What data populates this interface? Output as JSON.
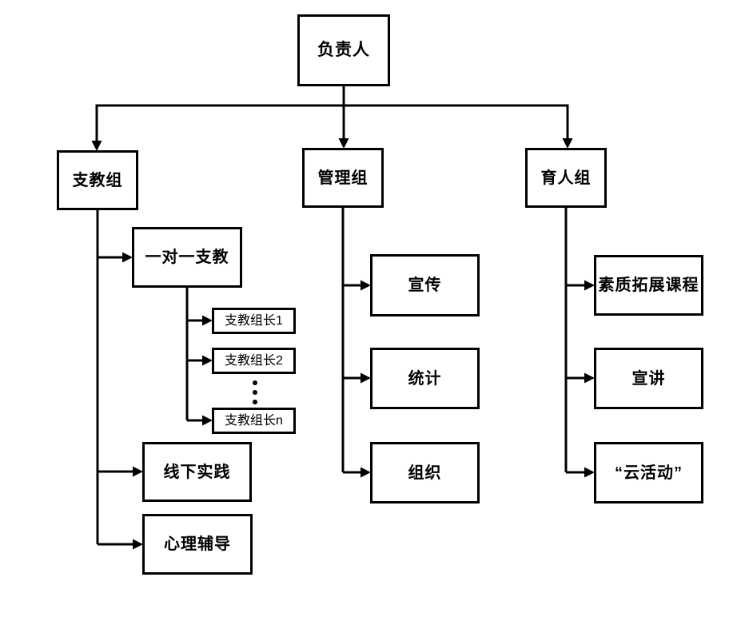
{
  "colors": {
    "background": "#ffffff",
    "line": "#000000",
    "box_border": "#000000",
    "box_fill": "#ffffff",
    "text": "#000000"
  },
  "icons": {
    "vertical_ellipsis": "three-vertical-dots (⋮)",
    "arrowhead": "solid-black-triangle"
  },
  "nodes": {
    "root": {
      "label": "负责人"
    },
    "teaching": {
      "label": "支教组"
    },
    "management": {
      "label": "管理组"
    },
    "education": {
      "label": "育人组"
    },
    "one_on_one": {
      "label": "一对一支教"
    },
    "leader1": {
      "label": "支教组长1"
    },
    "leader2": {
      "label": "支教组长2"
    },
    "leaderN": {
      "label": "支教组长n"
    },
    "offline": {
      "label": "线下实践"
    },
    "psych": {
      "label": "心理辅导"
    },
    "publicity": {
      "label": "宣传"
    },
    "statistics": {
      "label": "统计"
    },
    "organization": {
      "label": "组织"
    },
    "quality": {
      "label": "素质拓展课程"
    },
    "lecture": {
      "label": "宣讲"
    },
    "cloud": {
      "label": "“云活动”"
    }
  },
  "edges": [
    {
      "from": "负责人",
      "to": "支教组"
    },
    {
      "from": "负责人",
      "to": "管理组"
    },
    {
      "from": "负责人",
      "to": "育人组"
    },
    {
      "from": "支教组",
      "to": "一对一支教"
    },
    {
      "from": "一对一支教",
      "to": "支教组长1"
    },
    {
      "from": "一对一支教",
      "to": "支教组长2"
    },
    {
      "from": "一对一支教",
      "to": "支教组长n"
    },
    {
      "from": "支教组",
      "to": "线下实践"
    },
    {
      "from": "支教组",
      "to": "心理辅导"
    },
    {
      "from": "管理组",
      "to": "宣传"
    },
    {
      "from": "管理组",
      "to": "统计"
    },
    {
      "from": "管理组",
      "to": "组织"
    },
    {
      "from": "育人组",
      "to": "素质拓展课程"
    },
    {
      "from": "育人组",
      "to": "宣讲"
    },
    {
      "from": "育人组",
      "to": "“云活动”"
    }
  ]
}
